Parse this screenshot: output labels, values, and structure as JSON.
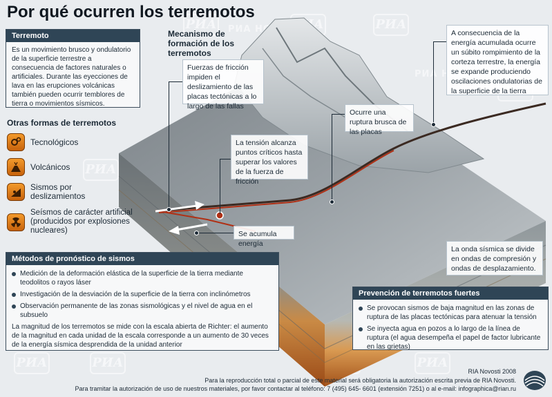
{
  "title": "Por qué ocurren los terremotos",
  "watermark": {
    "text": "РИА НОВОСТИ",
    "logo": "РИА"
  },
  "terremoto": {
    "heading": "Terremoto",
    "body": "Es un movimiento brusco y ondulatorio de la superficie terrestre a consecuencia de factores naturales o artificiales. Durante las eyecciones de lava en las erupciones volcánicas también pueden ocurrir temblores de tierra o movimientos sísmicos."
  },
  "otras": {
    "heading": "Otras formas de terremotos",
    "items": [
      {
        "label": "Tecnológicos",
        "icon": "gears-icon"
      },
      {
        "label": "Volcánicos",
        "icon": "volcano-icon"
      },
      {
        "label": "Sismos por deslizamientos",
        "icon": "landslide-icon"
      },
      {
        "label": "Seísmos de carácter artificial (producidos por explosiones nucleares)",
        "icon": "radiation-icon"
      }
    ]
  },
  "mecanismo": {
    "heading": "Mecanismo de formación de los terremotos"
  },
  "callouts": {
    "friccion": "Fuerzas de fricción impiden el deslizamiento de las placas tectónicas a lo largo de las fallas",
    "tension": "La tensión alcanza puntos críticos hasta superar los valores de la fuerza de fricción",
    "ruptura": "Ocurre una ruptura brusca de las placas",
    "energia_acumulada": "A consecuencia de la energía acumulada ocurre un súbito rompimiento de la corteza terrestre, la energía se expande produciendo oscilaciones ondulatorias de la superficie de la tierra",
    "acumula": "Se acumula energía",
    "onda": "La onda sísmica se divide en ondas de compresión y ondas de desplazamiento."
  },
  "metodos": {
    "heading": "Métodos de pronóstico de sismos",
    "items": [
      "Medición de la deformación elástica de la superficie de la tierra  mediante teodolitos o rayos láser",
      "Investigación de la desviación de la superficie de la tierra con inclinómetros",
      "Observación permanente de las zonas sismológicas y el nivel de agua en el subsuelo"
    ],
    "note": "La magnitud de los terremotos se mide con la escala abierta de Richter: el aumento de la magnitud en cada unidad de la escala corresponde a un aumento de 30 veces de la energía sísmica desprendida de la unidad anterior"
  },
  "prevencion": {
    "heading": "Prevención de terremotos fuertes",
    "items": [
      "Se provocan sismos de baja magnitud en las zonas de ruptura de las placas tectónicas para atenuar la tensión",
      "Se inyecta agua en pozos a lo largo de la línea de ruptura (el agua desempeña el papel de factor lubricante en las grietas)"
    ]
  },
  "footer": {
    "credit": "RIA Novosti 2008",
    "line1": "Para la reproducción total o parcial de este material será obligatoria la autorización escrita previa de RIA Novosti.",
    "line2": "Para tramitar la autorización de uso de nuestros materiales, por favor contactar al teléfono: 7 (495) 645- 6601 (extensión 7251) o al e-mail: infographica@rian.ru"
  },
  "colors": {
    "panel_head": "#2f4556",
    "rock_gray": "#8a9297",
    "fault_red": "#b03015",
    "magma_orange": "#e07a2a",
    "icon_orange": "#f39a2c"
  }
}
